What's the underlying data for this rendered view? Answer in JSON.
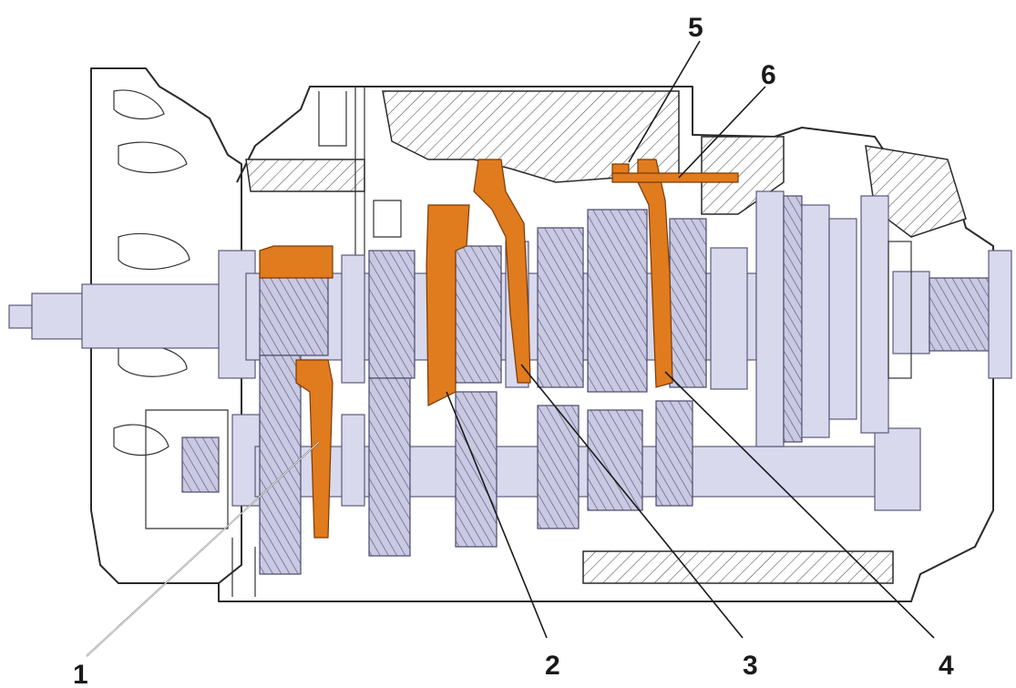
{
  "callouts": [
    {
      "id": "1",
      "label": "1"
    },
    {
      "id": "2",
      "label": "2"
    },
    {
      "id": "3",
      "label": "3"
    },
    {
      "id": "4",
      "label": "4"
    },
    {
      "id": "5",
      "label": "5"
    },
    {
      "id": "6",
      "label": "6"
    }
  ],
  "colors": {
    "fork": "#e07b1e",
    "gear": "#c9c9e2",
    "shaft": "#d9d9ee",
    "outline": "#2a2a2a"
  }
}
